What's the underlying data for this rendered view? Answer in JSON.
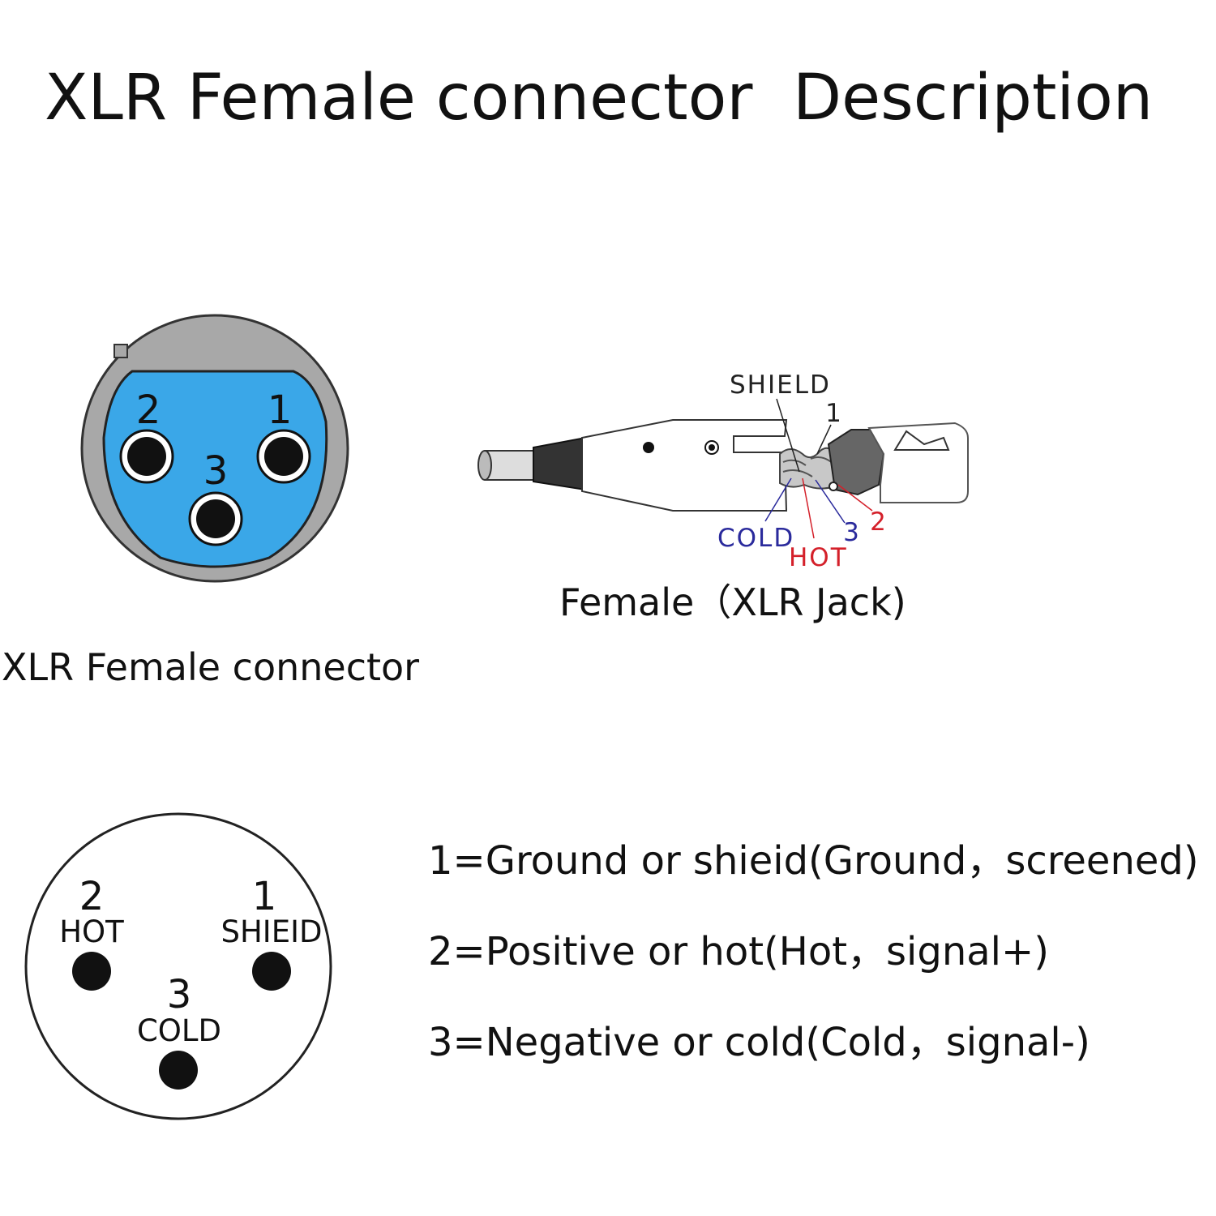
{
  "title": "XLR Female connector  Description",
  "front_view": {
    "caption": "XLR Female connector",
    "pins": [
      "2",
      "1",
      "3"
    ]
  },
  "jack": {
    "caption": "Female（XLR Jack)",
    "labels": {
      "shield": "SHIELD",
      "pin1": "1",
      "cold": "COLD",
      "hot": "HOT",
      "pin3": "3",
      "pin2": "2"
    },
    "colors": {
      "cold": "#2a2a9c",
      "hot": "#d4202a"
    }
  },
  "pinout": {
    "pins": [
      {
        "num": "2",
        "name": "HOT"
      },
      {
        "num": "1",
        "name": "SHIEID"
      },
      {
        "num": "3",
        "name": "COLD"
      }
    ]
  },
  "descriptions": [
    "1=Ground or shieid(Ground，screened)",
    "2=Positive or hot(Hot，signal+)",
    "3=Negative or cold(Cold，signal-)"
  ],
  "colors": {
    "connector_face": "#3aa7e8",
    "connector_rim": "#a8a8a8"
  }
}
